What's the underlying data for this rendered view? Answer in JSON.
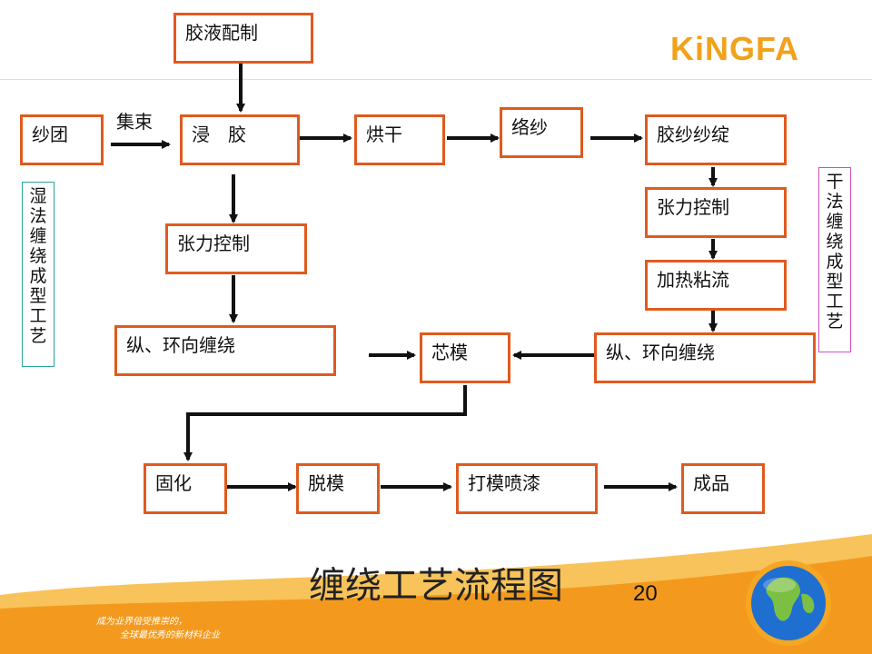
{
  "logo": {
    "text": "KiNGFA"
  },
  "nodes": {
    "glue_mix": "胶液配制",
    "yarn_ball": "纱团",
    "dip": "浸　胶",
    "dry": "烘干",
    "wind_yarn": "络纱",
    "glued_spindle": "胶纱纱绽",
    "tension_left": "张力控制",
    "tension_right": "张力控制",
    "heat_flow": "加热粘流",
    "wind_left": "纵、环向缠绕",
    "wind_right": "纵、环向缠绕",
    "core": "芯模",
    "cure": "固化",
    "demold": "脱模",
    "polish_paint": "打模喷漆",
    "product": "成品"
  },
  "edge_labels": {
    "bundle": "集束"
  },
  "side_labels": {
    "wet": "湿法缠绕成型工艺",
    "dry": "干法缠绕成型工艺"
  },
  "caption": "缠绕工艺流程图",
  "page_number": "20",
  "footer_slogan": {
    "line1": "成为业界倍受推崇的，",
    "line2": "全球最优秀的新材料企业"
  },
  "colors": {
    "node_border": "#e05a1e",
    "arrow": "#111111",
    "logo": "#f0a21a",
    "swoosh_orange": "#f39a1e",
    "swoosh_yellow": "#f7c35a",
    "wet_border": "#2aa596",
    "dry_border": "#d04bc4"
  }
}
